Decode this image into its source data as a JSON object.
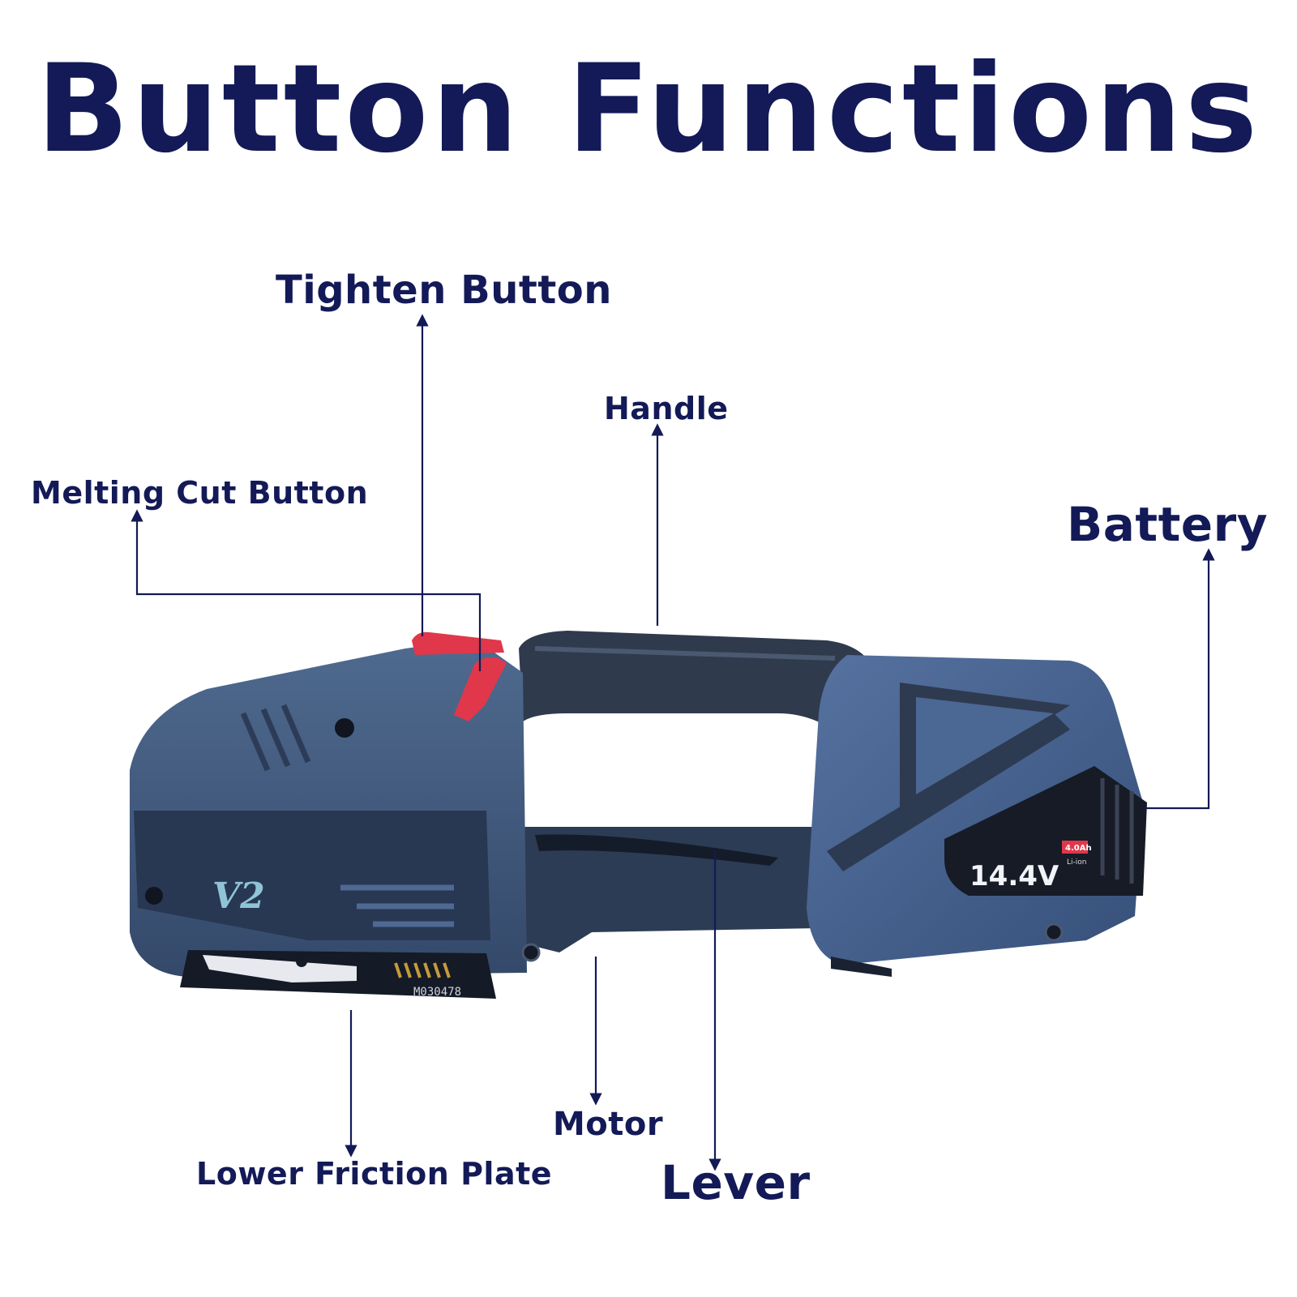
{
  "title": "Button Functions",
  "labels": {
    "tighten_button": "Tighten Button",
    "handle": "Handle",
    "melting_cut_button": "Melting Cut Button",
    "battery": "Battery",
    "lower_friction_plate": "Lower Friction Plate",
    "motor": "Motor",
    "lever": "Lever"
  },
  "device_markings": {
    "model_badge": "V2",
    "serial": "M030478",
    "battery_voltage": "14.4V",
    "battery_capacity": "4.0Ah",
    "battery_chem": "Li-ion"
  },
  "colors": {
    "text": "#131a57",
    "body_blue": "#3e5678",
    "body_dark": "#27364e",
    "accent_red": "#e0384a"
  }
}
